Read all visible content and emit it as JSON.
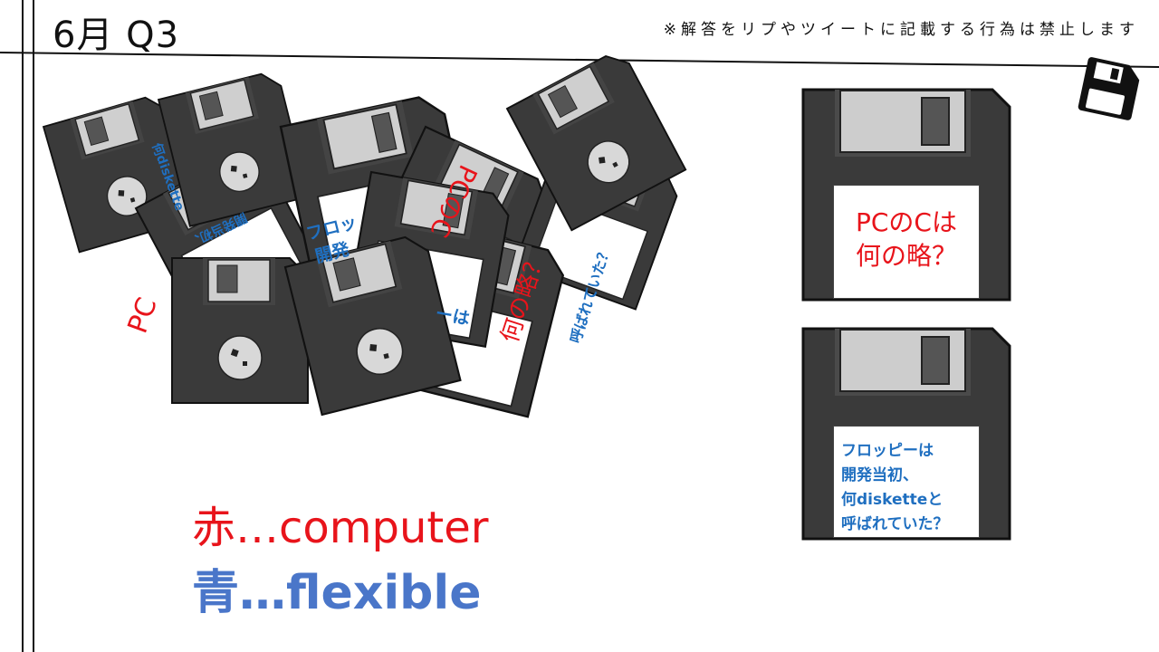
{
  "header": {
    "title": "6月  Q3",
    "notice": "※解答をリプやツイートに記載する行為は禁止します"
  },
  "icons": {
    "corner": "floppy-disk-icon",
    "diskette": "floppy-disk-icon"
  },
  "cards": {
    "red": {
      "question": "PCのCは\n何の略？",
      "color": "#e8141b"
    },
    "blue": {
      "question": "フロッピーは\n開発当初、\n何disketteと\n呼ばれていた？",
      "color": "#1f6fc0"
    }
  },
  "answers": {
    "red": "赤…computer",
    "blue": "青…flexible",
    "red_color": "#e8141b",
    "blue_color": "#4a76c9"
  },
  "colors": {
    "floppy_body": "#3a3a3a",
    "shutter": "#c8c8c8",
    "background": "#ffffff"
  }
}
